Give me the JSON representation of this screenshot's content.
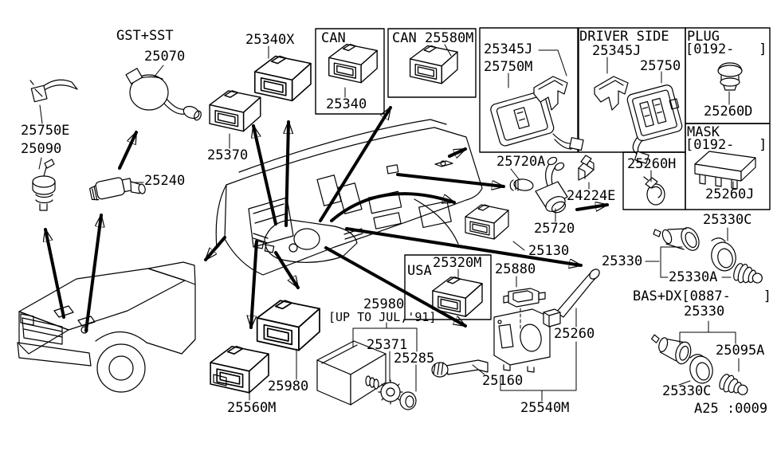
{
  "page": {
    "background": "#ffffff",
    "ink": "#000000"
  },
  "figure": {
    "footer_code": "A25 :0009",
    "headers": {
      "gst_sst": "GST+SST",
      "can": "CAN",
      "can2": "CAN",
      "driver_side": "DRIVER SIDE",
      "plug": "PLUG",
      "plug_range": "[0192-   ]",
      "mask": "MASK",
      "mask_range": "[0192-   ]",
      "usa": "USA",
      "up_to_jul": "[UP TO JUL,'91]",
      "bas_dx": "BAS+DX[0887-    ]"
    },
    "parts": {
      "p25070": "25070",
      "p25750E": "25750E",
      "p25090": "25090",
      "p25240": "25240",
      "p25340X": "25340X",
      "p25340": "25340",
      "p25580M": "25580M",
      "p25370": "25370",
      "p25345J_left": "25345J",
      "p25750M": "25750M",
      "p25345J_right": "25345J",
      "p25750": "25750",
      "p25260D": "25260D",
      "p25260J": "25260J",
      "p25260H": "25260H",
      "p25720A": "25720A",
      "p24224E": "24224E",
      "p25720": "25720",
      "p25130": "25130",
      "p25330C_upper": "25330C",
      "p25330_mid": "25330",
      "p25330A": "25330A",
      "p25320M": "25320M",
      "p25880": "25880",
      "p25980_upper": "25980",
      "p25371": "25371",
      "p25285": "25285",
      "p25980_lower": "25980",
      "p25560M": "25560M",
      "p25160": "25160",
      "p25260": "25260",
      "p25540M": "25540M",
      "p25330_bas": "25330",
      "p25095A": "25095A",
      "p25330C_lower": "25330C"
    }
  }
}
